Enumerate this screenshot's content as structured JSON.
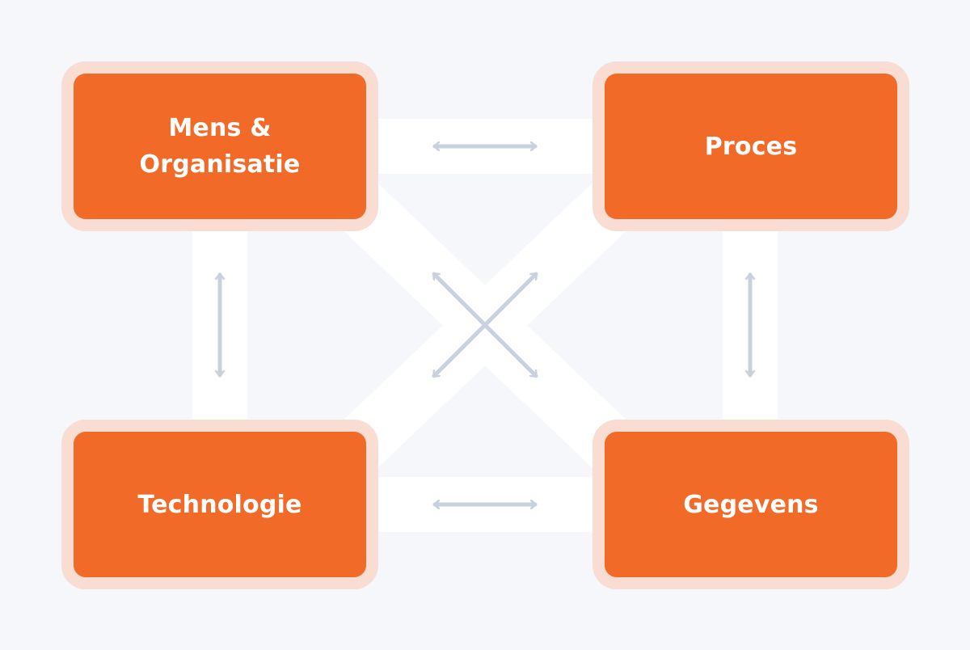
{
  "colors": {
    "background": "#f5f7fb",
    "band": "#ffffff",
    "box_fill": "#f26a27",
    "box_halo": "#f9dcd2",
    "arrow": "#c9d1de",
    "label_text": "#ffffff"
  },
  "diagram": {
    "nodes": [
      {
        "id": "mens-organisatie",
        "label": "Mens &\nOrganisatie"
      },
      {
        "id": "proces",
        "label": "Proces"
      },
      {
        "id": "technologie",
        "label": "Technologie"
      },
      {
        "id": "gegevens",
        "label": "Gegevens"
      }
    ],
    "connections": [
      {
        "from": "mens-organisatie",
        "to": "proces",
        "direction": "bidirectional"
      },
      {
        "from": "mens-organisatie",
        "to": "technologie",
        "direction": "bidirectional"
      },
      {
        "from": "proces",
        "to": "gegevens",
        "direction": "bidirectional"
      },
      {
        "from": "technologie",
        "to": "gegevens",
        "direction": "bidirectional"
      },
      {
        "from": "mens-organisatie",
        "to": "gegevens",
        "direction": "bidirectional"
      },
      {
        "from": "proces",
        "to": "technologie",
        "direction": "bidirectional"
      }
    ]
  }
}
